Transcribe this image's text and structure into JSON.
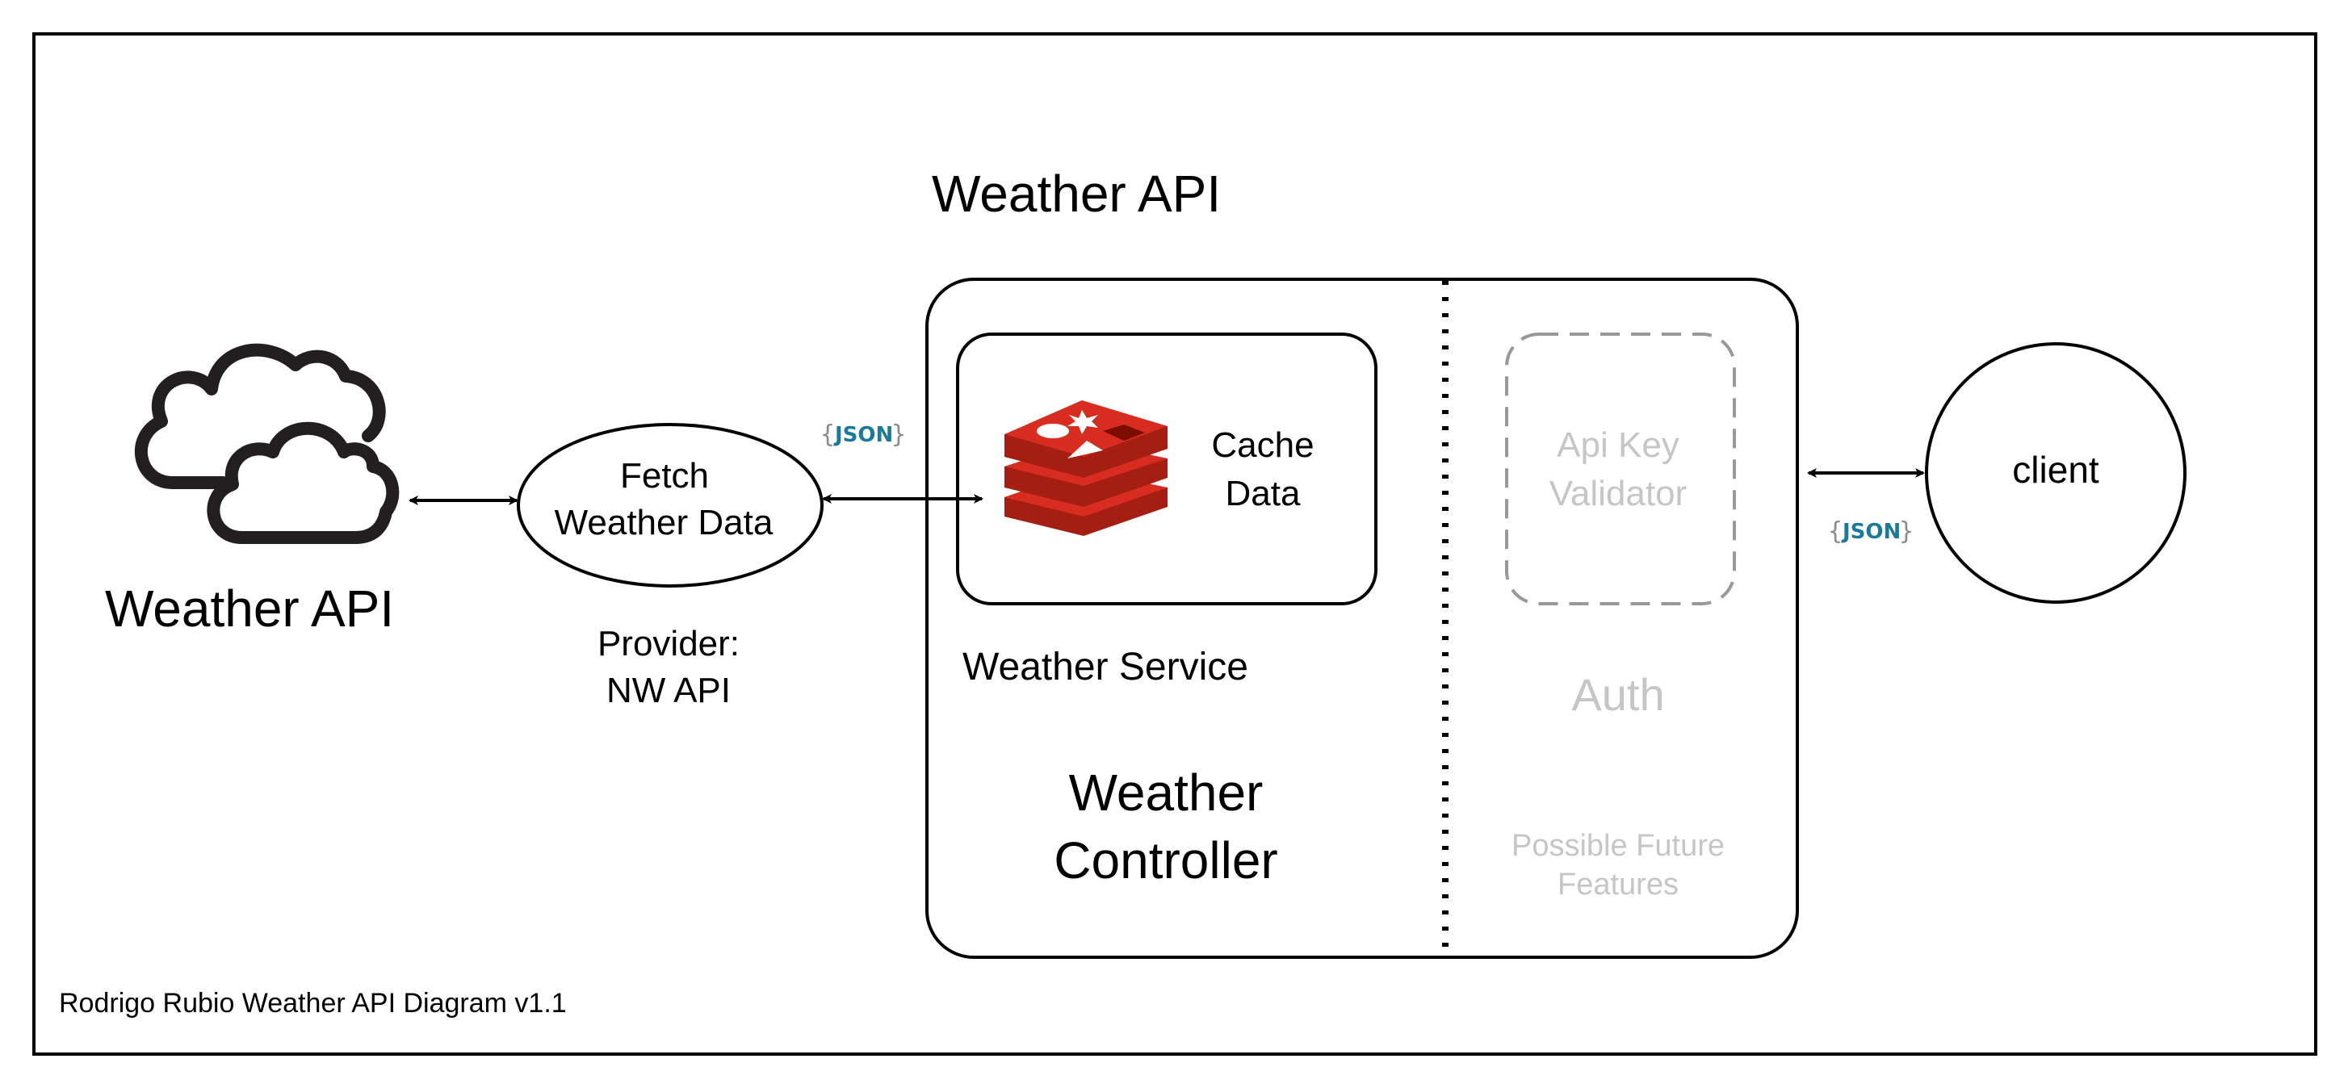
{
  "diagram": {
    "footer": "Rodrigo Rubio Weather API Diagram v1.1",
    "weather_api_title": "Weather API",
    "external_api": {
      "label": "Weather API",
      "icon": "cloud-icon"
    },
    "fetch": {
      "line1": "Fetch",
      "line2": "Weather Data"
    },
    "provider": {
      "line1": "Provider:",
      "line2": "NW API"
    },
    "json_badge": {
      "open": "{",
      "word": "JSON",
      "close": "}"
    },
    "cache": {
      "line1": "Cache",
      "line2": "Data",
      "icon": "redis-icon"
    },
    "weather_service": "Weather Service",
    "controller": {
      "line1": "Weather",
      "line2": "Controller"
    },
    "auth": {
      "validator_line1": "Api Key",
      "validator_line2": "Validator",
      "label": "Auth",
      "future_line1": "Possible Future",
      "future_line2": "Features"
    },
    "client": "client"
  },
  "colors": {
    "stroke": "#000000",
    "faded_text": "#c6c6c6",
    "dashed_border": "#999999",
    "json_brace": "#8c8c8c",
    "json_word": "#1a7a9a",
    "redis_top": "#d82c20",
    "redis_side": "#a41e11",
    "redis_mid": "#c6302b",
    "redis_glyph": "#ffffff",
    "redis_dark_glyph": "#7a0c00"
  }
}
